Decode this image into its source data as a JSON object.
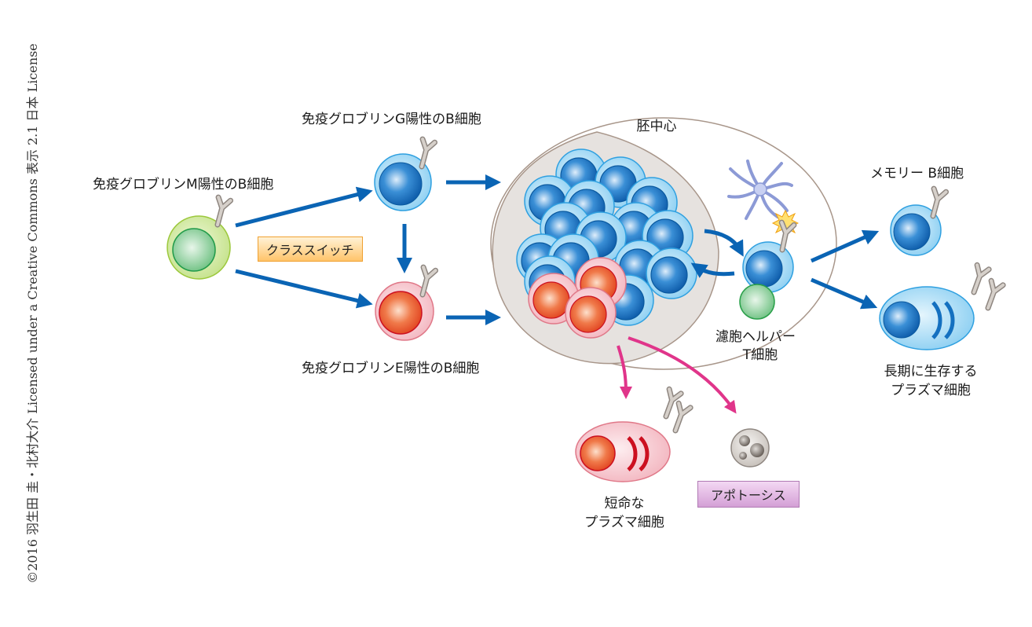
{
  "copyright": "©2016 羽生田 圭・北村大介 Licensed under a Creative Commons 表示 2.1 日本 License",
  "labels": {
    "igm_b_cell": "免疫グロブリンM陽性のB細胞",
    "igg_b_cell": "免疫グロブリンG陽性のB細胞",
    "ige_b_cell": "免疫グロブリンE陽性のB細胞",
    "germinal_center": "胚中心",
    "tfh_line1": "濾胞ヘルパー",
    "tfh_line2": "T細胞",
    "memory_b_cell": "メモリー B細胞",
    "long_plasma_line1": "長期に生存する",
    "long_plasma_line2": "プラズマ細胞",
    "short_plasma_line1": "短命な",
    "short_plasma_line2": "プラズマ細胞"
  },
  "tags": {
    "class_switch": "クラススイッチ",
    "apoptosis": "アポトーシス"
  },
  "colors": {
    "arrow_blue": "#0a64b4",
    "arrow_pink": "#e0358a",
    "blue_cell_outer": "#9fd6f4",
    "blue_cell_nucleus": "#1470c0",
    "red_cell_outer": "#f6c5cc",
    "red_cell_nucleus": "#e8502a",
    "green_cell_outer": "#d4eaa0",
    "green_cell_nucleus": "#5cb870",
    "germinal_center_fill": "#e6e2df",
    "antibody": "#b0a8a2",
    "dendritic": "#8c9ad6"
  }
}
